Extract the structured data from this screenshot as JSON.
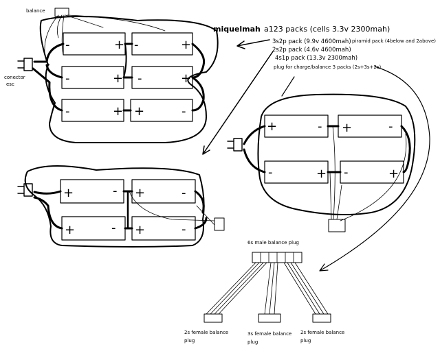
{
  "title": {
    "author": "miquelmah",
    "rest": "a123 packs (cells 3.3v 2300mah)"
  },
  "packs": {
    "p3s2p": "3s2p pack (9.9v 4600mah)",
    "pyramid_note": "piramid pack (4below and 2above)",
    "p2s2p": "2s2p pack (4.6v 4600mah)",
    "p4s1p": "4s1p pack (13.3v 2300mah)",
    "plug_note": "plug for charge/balance 3 packs (2s+3s+2s)"
  },
  "labels": {
    "balance": "balance",
    "connector_line1": "conector",
    "connector_line2": "esc",
    "male_plug": "6s male balance plug",
    "female_left_1": "2s female balance",
    "female_left_2": "plug",
    "female_mid_1": "3s female balance",
    "female_mid_2": "plug",
    "female_right_1": "2s female balance",
    "female_right_2": "plug"
  },
  "cell_signs": {
    "plus": "+",
    "minus": "-"
  }
}
